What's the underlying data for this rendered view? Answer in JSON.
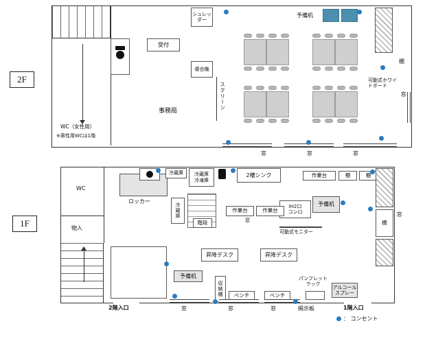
{
  "legend": {
    "label": "： コンセント"
  },
  "colors": {
    "outlet": "#2b7bbf",
    "spare_fill": "#4d8fae"
  },
  "floor2": {
    "tag": "2F",
    "labels": {
      "shredder": "シュレッダー",
      "reception": "受付",
      "copier": "複合機",
      "office": "事務局",
      "screen": "スクリーン",
      "wc": "WC（女性用）",
      "wc_note": "※男性用WCは1階",
      "spare_desk": "予備机",
      "shelf": "棚",
      "whiteboard": "可動式ホワイトボード",
      "window": "窓"
    }
  },
  "floor1": {
    "tag": "1F",
    "labels": {
      "wc": "WC",
      "storage_room": "物入",
      "locker": "ロッカー",
      "fridge_small": "冷蔵庫",
      "fridge": "冷蔵庫",
      "freezer": "冷凍庫",
      "sink": "2槽シンク",
      "worktable": "作業台",
      "shelf": "棚",
      "stairs": "階段",
      "ih_stove_line1": "IH2口",
      "ih_stove_line2": "コンロ",
      "spare_desk": "予備机",
      "monitor": "可動式モニター",
      "fridge_tall": "冷蔵庫",
      "lift_desk": "昇降デスク",
      "storage_shelf": "収納棚",
      "bench": "ベンチ",
      "pamphlet_line1": "パンフレット",
      "pamphlet_line2": "ラック",
      "alcohol_line1": "アルコール",
      "alcohol_line2": "スプレー",
      "bulletin_board": "掲示板",
      "entrance_2f": "2階入口",
      "entrance_1f": "1階入口",
      "window": "窓"
    }
  }
}
